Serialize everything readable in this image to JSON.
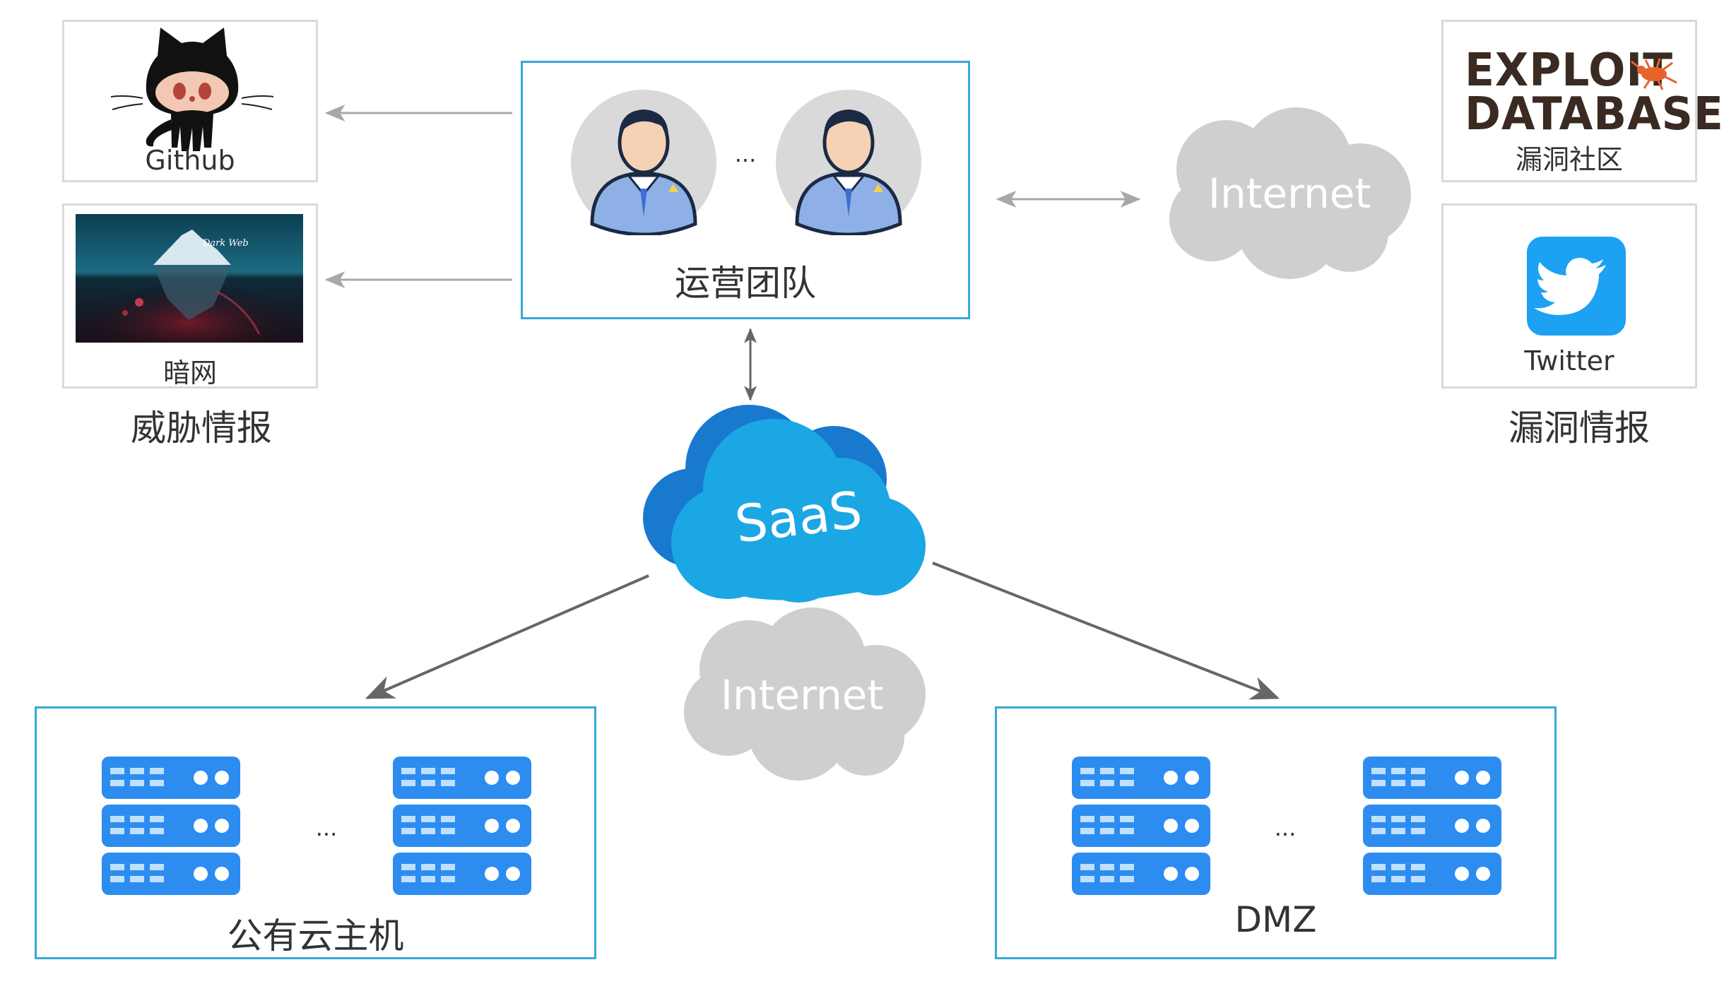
{
  "threat_intel": {
    "title": "威胁情报",
    "github": {
      "label": "Github",
      "icon": "octocat-icon"
    },
    "darkweb": {
      "label": "暗网",
      "image_text": "Dark Web",
      "icon": "dark-web-iceberg-image"
    }
  },
  "vuln_intel": {
    "title": "漏洞情报",
    "exploit_db": {
      "logo_line1": "EXPLOIT",
      "logo_line2": "DATABASE",
      "label": "漏洞社区",
      "icon": "exploit-database-logo"
    },
    "twitter": {
      "label": "Twitter",
      "icon": "twitter-bird-icon"
    }
  },
  "ops_team": {
    "label": "运营团队",
    "ellipsis": "...",
    "icon": "user-avatar-icon"
  },
  "saas": {
    "label": "SaaS",
    "color": "#1ba1e2"
  },
  "internet_top": {
    "label": "Internet"
  },
  "internet_bottom": {
    "label": "Internet"
  },
  "public_cloud": {
    "label": "公有云主机",
    "ellipsis": "...",
    "icon": "server-rack-icon"
  },
  "dmz": {
    "label": "DMZ",
    "ellipsis": "...",
    "icon": "server-rack-icon"
  },
  "colors": {
    "box_border": "#3aa7d9",
    "server": "#2d8cf0",
    "cloud_gray": "#cfcfcf",
    "arrow": "#666666"
  }
}
